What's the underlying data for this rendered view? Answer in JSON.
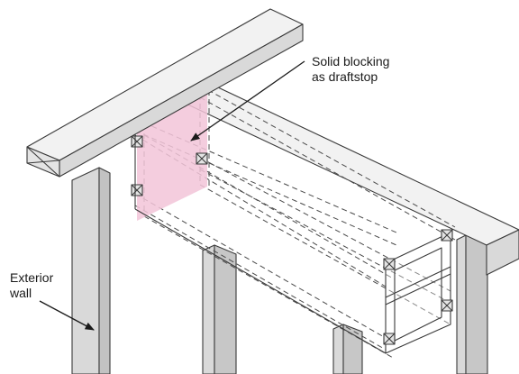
{
  "labels": {
    "blocking_line1": "Solid blocking",
    "blocking_line2": "as draftstop",
    "wall_line1": "Exterior",
    "wall_line2": "wall"
  },
  "colors": {
    "top_face": "#f2f2f2",
    "side_face": "#d9d9d9",
    "front_face": "#c7c7c7",
    "end_grain": "#e4e4e4",
    "blocking": "#f2c4d8",
    "line": "#3a3a3a"
  }
}
